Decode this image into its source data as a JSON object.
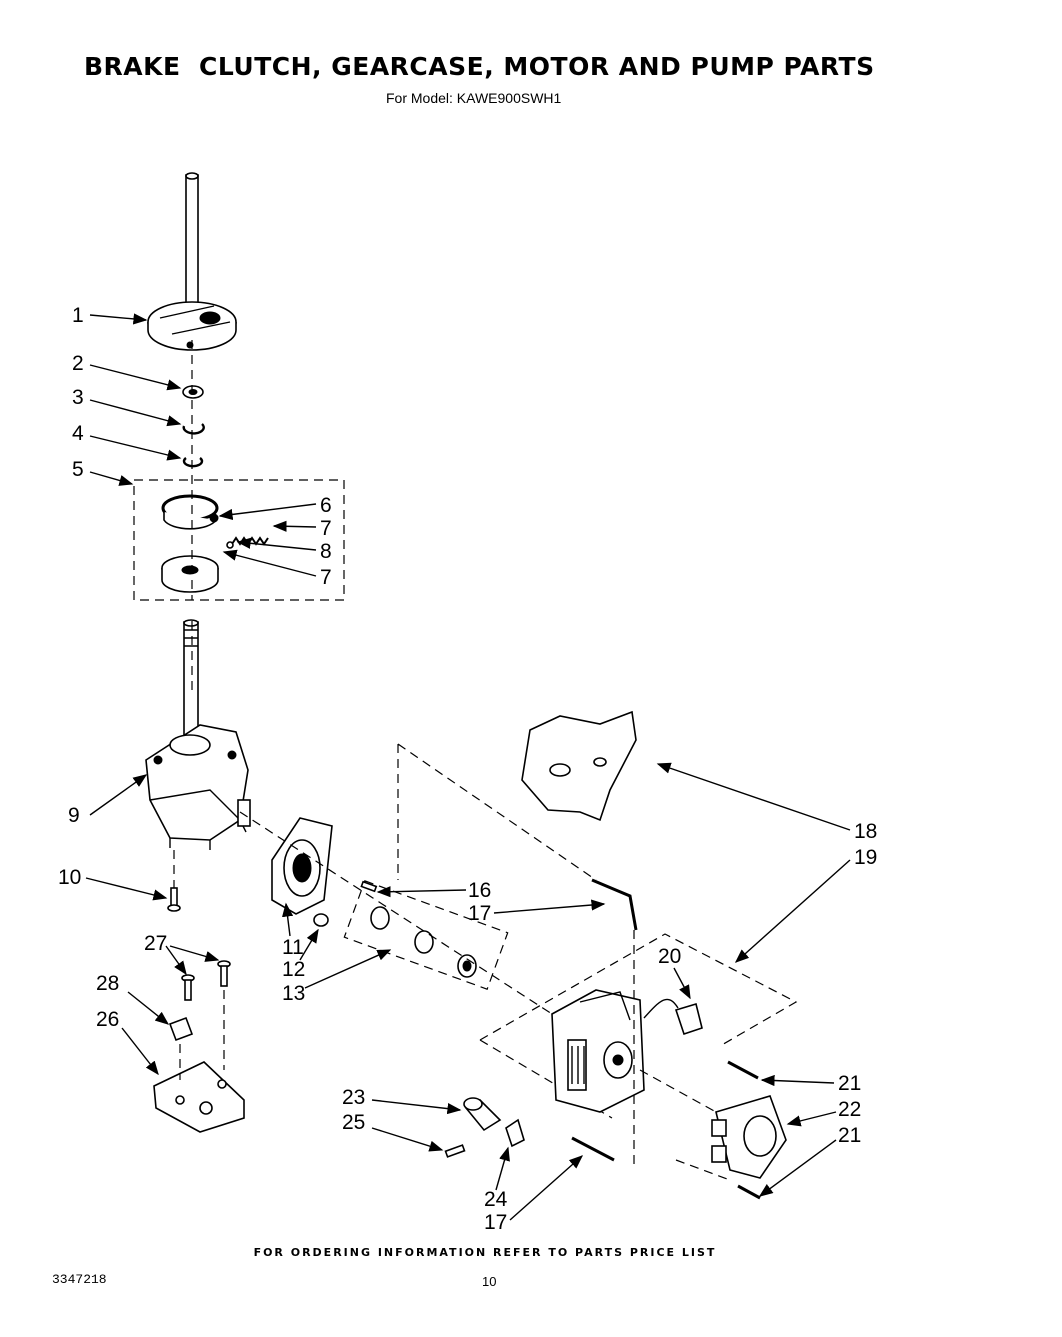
{
  "header": {
    "title": "BRAKE  CLUTCH, GEARCASE, MOTOR AND PUMP PARTS",
    "model_line": "For Model: KAWE900SWH1"
  },
  "callouts": {
    "c1": "1",
    "c2": "2",
    "c3": "3",
    "c4": "4",
    "c5": "5",
    "c6": "6",
    "c7a": "7",
    "c8": "8",
    "c7b": "7",
    "c9": "9",
    "c10": "10",
    "c11": "11",
    "c12": "12",
    "c13": "13",
    "c16": "16",
    "c17a": "17",
    "c18": "18",
    "c19": "19",
    "c20": "20",
    "c21a": "21",
    "c22": "22",
    "c21b": "21",
    "c23": "23",
    "c25": "25",
    "c24": "24",
    "c17b": "17",
    "c27": "27",
    "c28": "28",
    "c26": "26"
  },
  "footer": {
    "ordering_note": "FOR ORDERING INFORMATION REFER TO PARTS PRICE LIST",
    "doc_number": "3347218",
    "page_number": "10"
  }
}
